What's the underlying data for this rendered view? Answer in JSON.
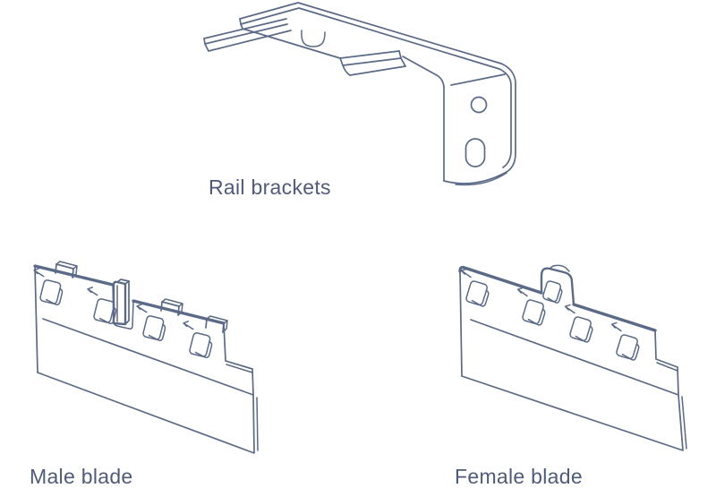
{
  "page": {
    "background": "#ffffff",
    "stroke_color": "#5b6a86",
    "label_color": "#4f5b78"
  },
  "parts": {
    "rail_brackets": {
      "label": "Rail brackets"
    },
    "male_blade": {
      "label": "Male blade"
    },
    "female_blade": {
      "label": "Female blade"
    }
  }
}
